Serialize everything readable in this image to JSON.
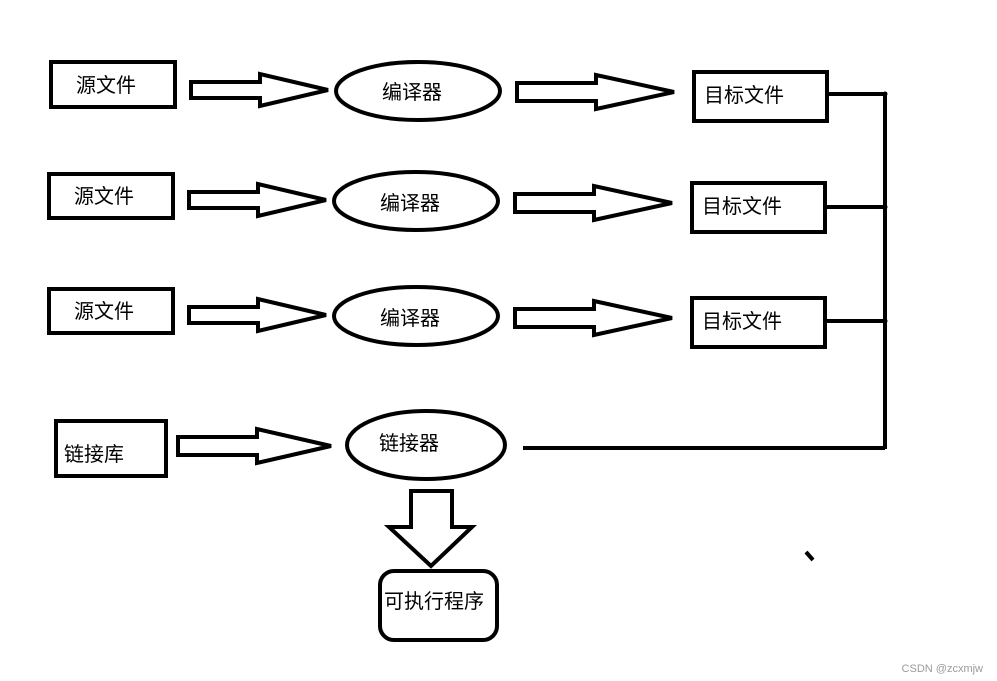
{
  "diagram": {
    "rows": [
      {
        "source": "源文件",
        "compiler": "编译器",
        "target": "目标文件"
      },
      {
        "source": "源文件",
        "compiler": "编译器",
        "target": "目标文件"
      },
      {
        "source": "源文件",
        "compiler": "编译器",
        "target": "目标文件"
      }
    ],
    "library": "链接库",
    "linker": "链接器",
    "executable": "可执行程序"
  },
  "watermark": "CSDN @zcxmjw"
}
